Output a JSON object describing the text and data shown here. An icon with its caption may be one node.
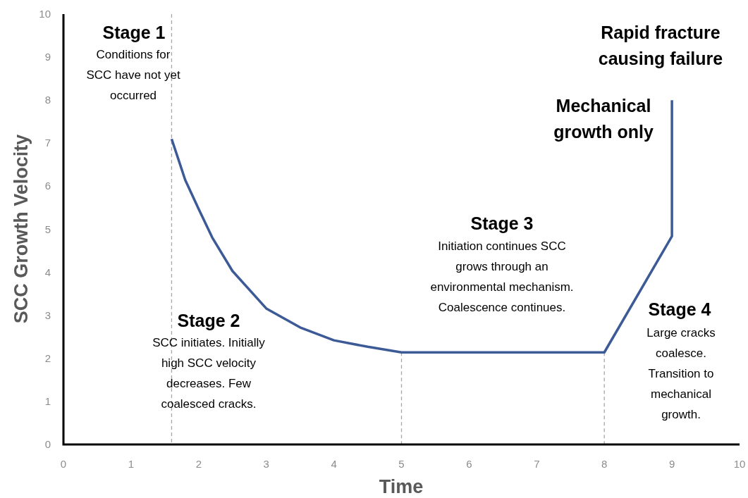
{
  "diagram": {
    "labels": [
      "Stage 1",
      "Conditions for SCC have not yet occurred",
      "Rapid fracture causing failure",
      "Mechanical growth only",
      "Stage 3",
      "Initiation continues SCC grows through an environmental mechanism. Coalescence continues.",
      "Stage 4",
      "Large cracks coalesce. Transition to mechanical growth.",
      "Stage 2",
      "SCC initiates. Initially high SCC velocity decreases. Few coalesced cracks."
    ],
    "chart_data": {
      "type": "line",
      "xlabel": "Time",
      "ylabel": "SCC Growth Velocity",
      "x": [
        1.6,
        1.8,
        2.0,
        2.2,
        2.5,
        3.0,
        3.5,
        4.0,
        4.5,
        5.0,
        8.0,
        9.0,
        9.0
      ],
      "series": [
        {
          "color": "#3c5a96",
          "values": [
            7.1,
            6.15,
            5.47,
            4.81,
            4.03,
            3.16,
            2.72,
            2.42,
            2.27,
            2.14,
            2.14,
            4.84,
            8.0
          ]
        }
      ],
      "ref_lines": [
        {
          "axis": "x",
          "value": 1.6
        },
        {
          "axis": "x",
          "value": 5
        },
        {
          "axis": "x",
          "value": 8
        }
      ],
      "xlim": [
        0,
        10
      ],
      "ylim": [
        0,
        10
      ],
      "xticks": [
        0,
        1,
        2,
        3,
        4,
        5,
        6,
        7,
        8,
        9,
        10
      ],
      "yticks": [
        0,
        1,
        2,
        3,
        4,
        5,
        6,
        7,
        8,
        9,
        10
      ]
    }
  }
}
